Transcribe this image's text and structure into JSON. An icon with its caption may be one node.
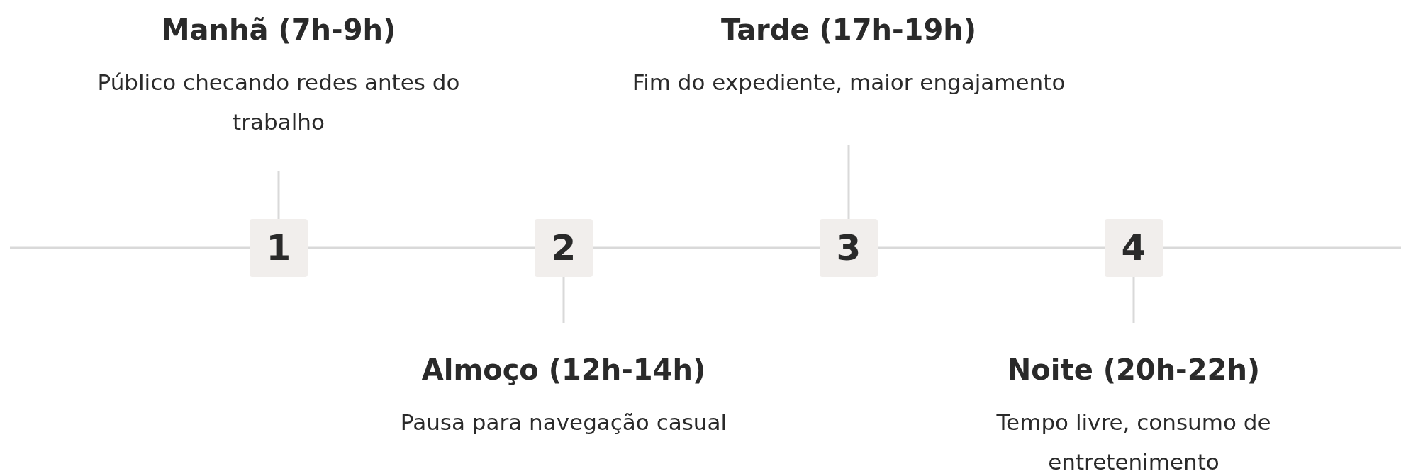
{
  "diagram": {
    "nodes": [
      {
        "text": [
          "Manhã (7h-9h)",
          "Público checando redes antes do trabalho"
        ]
      },
      {
        "text": [
          "Tarde (17h-19h)",
          "Fim do expediente, maior engajamento"
        ]
      },
      {
        "text": [
          "1"
        ]
      },
      {
        "text": [
          "2"
        ]
      },
      {
        "text": [
          "3"
        ]
      },
      {
        "text": [
          "4"
        ]
      },
      {
        "text": [
          "Almoço (12h-14h)",
          "Pausa para navegação casual"
        ]
      },
      {
        "text": [
          "Noite (20h-22h)",
          "Tempo livre, consumo de entretenimento"
        ]
      }
    ],
    "edges": [
      {
        "from": null,
        "to": 2,
        "arrow": "none"
      },
      {
        "from": 2,
        "to": 3,
        "arrow": "none"
      },
      {
        "from": 3,
        "to": 4,
        "arrow": "none"
      },
      {
        "from": 4,
        "to": 5,
        "arrow": "none"
      },
      {
        "from": 5,
        "to": null,
        "arrow": "none"
      },
      {
        "from": 2,
        "to": 0,
        "arrow": "none"
      },
      {
        "from": 3,
        "to": 6,
        "arrow": "none"
      },
      {
        "from": 4,
        "to": 1,
        "arrow": "none"
      },
      {
        "from": 5,
        "to": 7,
        "arrow": "none"
      }
    ]
  }
}
